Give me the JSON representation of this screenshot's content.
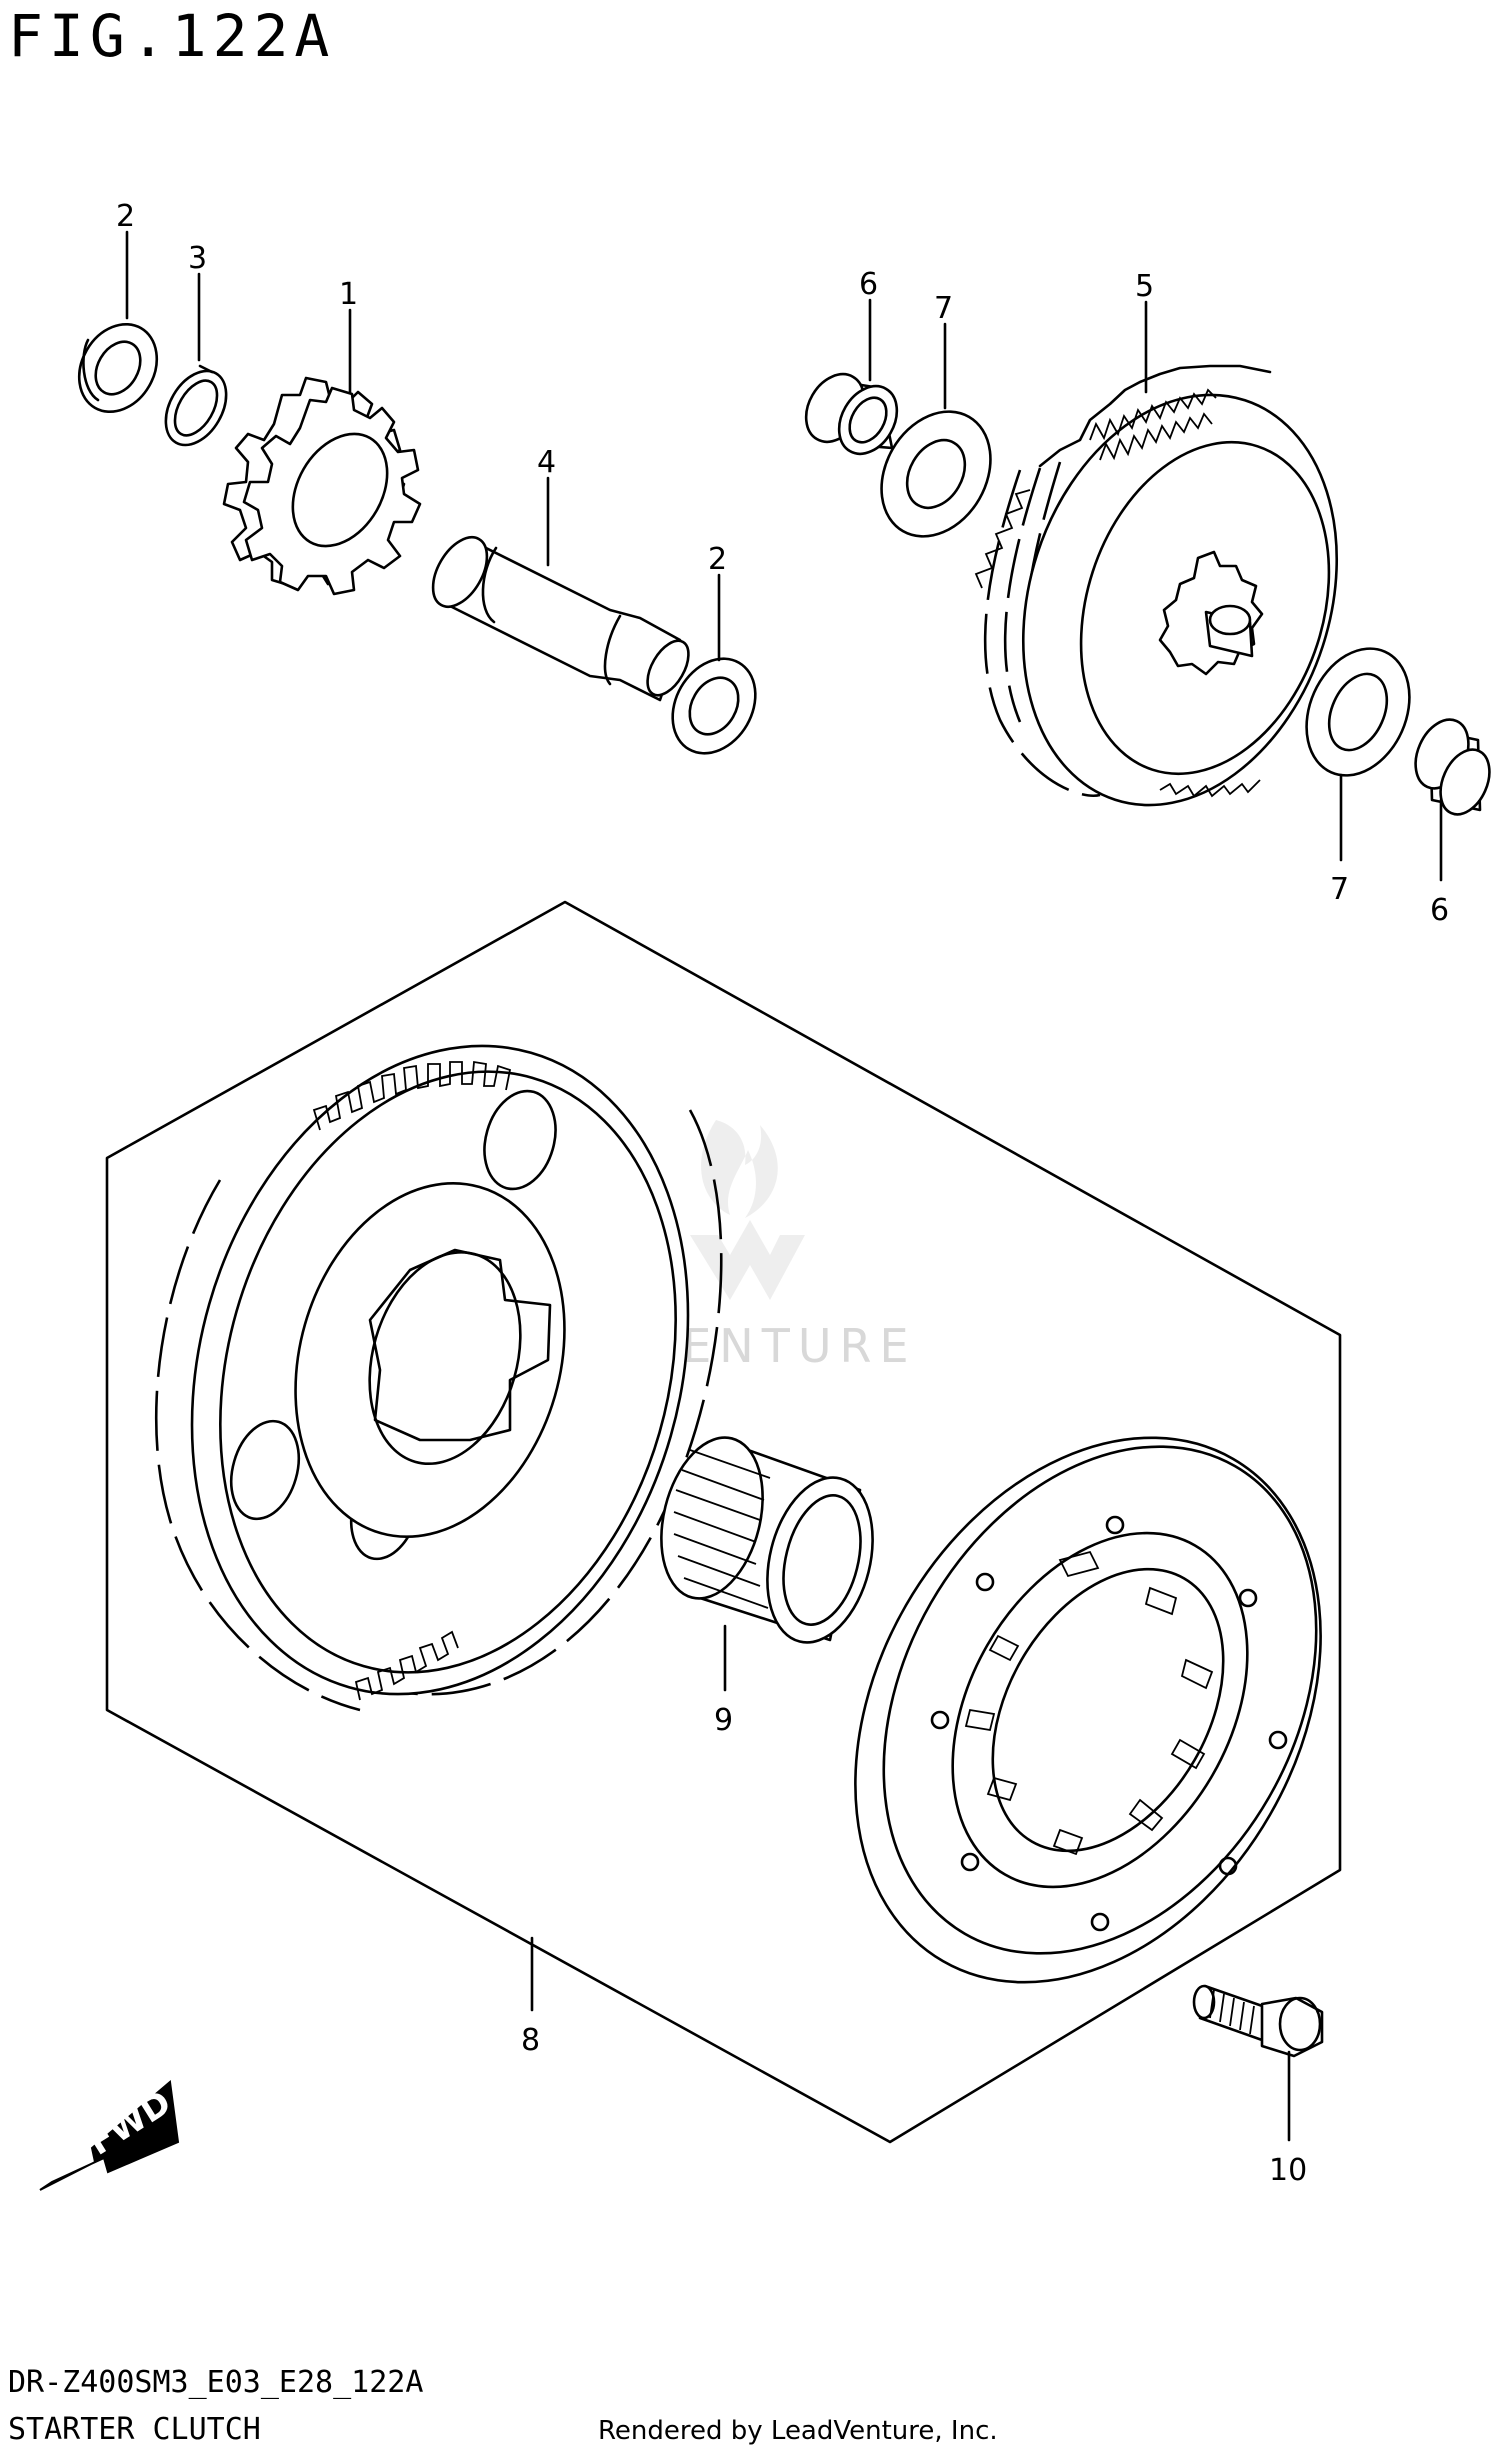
{
  "header": {
    "figure_title": "FIG.122A"
  },
  "footer": {
    "model_code": "DR-Z400SM3_E03_E28_122A",
    "section_name": "STARTER CLUTCH",
    "rendered_by": "Rendered by LeadVenture, Inc."
  },
  "watermark": {
    "brand": "LEADVENTURE"
  },
  "fwd_arrow": {
    "label": "FWD"
  },
  "callouts": {
    "c1": "1",
    "c2a": "2",
    "c2b": "2",
    "c3": "3",
    "c4": "4",
    "c5": "5",
    "c6a": "6",
    "c6b": "6",
    "c7a": "7",
    "c7b": "7",
    "c8": "8",
    "c9": "9",
    "c10": "10"
  },
  "icons": {
    "fwd": "fwd-arrow-icon",
    "logo": "leadventure-logo-icon"
  }
}
